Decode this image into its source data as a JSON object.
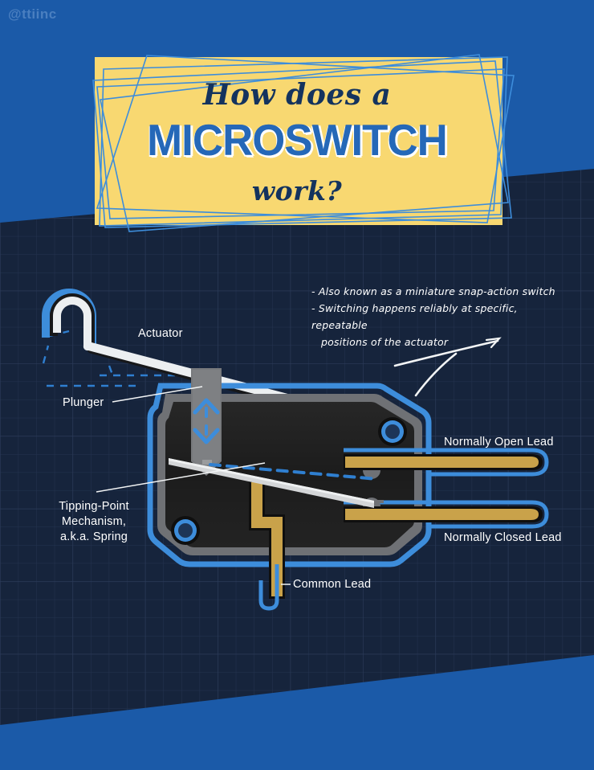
{
  "brand": {
    "watermark": "@ttiinc",
    "colors": {
      "blue_top": "#1b5aa8",
      "blue_band": "#1b5aa8",
      "navy_bg": "#16243c",
      "card_yellow": "#f8d871",
      "title_navy": "#14335e",
      "title_blue": "#2568b8",
      "accent_blue": "#3d8ddb",
      "lead_gold": "#c9a košice"
    }
  },
  "title_card": {
    "line_top": "How does a",
    "line_main": "MICROSWITCH",
    "line_bottom": "work?"
  },
  "notes": {
    "items": [
      "- Also known as a miniature snap-action switch",
      "- Switching happens reliably at specific, repeatable",
      "positions of the actuator"
    ]
  },
  "diagram": {
    "labels": {
      "actuator": "Actuator",
      "plunger": "Plunger",
      "tipping_point": "Tipping-Point\nMechanism,\na.k.a. Spring",
      "normally_open": "Normally Open Lead",
      "normally_closed": "Normally Closed Lead",
      "common": "Common Lead"
    },
    "parts": [
      {
        "name": "actuator-lever",
        "kind": "hooked lever arm",
        "fill": "#eceff1",
        "stroke": "#3d8ddb"
      },
      {
        "name": "plunger",
        "kind": "vertical sliding pin",
        "fill": "#77797c",
        "arrows": "up-down"
      },
      {
        "name": "switch-body",
        "kind": "rounded rectangular housing",
        "shell": "#3d8ddb",
        "frame": "#6f7175",
        "interior": "#1e1e1e"
      },
      {
        "name": "spring-arm",
        "kind": "tipping point leaf spring",
        "fill": "#d4d6d8"
      },
      {
        "name": "spring-arm-alt-position",
        "kind": "dashed alternate position",
        "stroke": "#2f7fd0"
      },
      {
        "name": "normally-open-lead",
        "kind": "gold terminal blade",
        "fill": "#c9a24a"
      },
      {
        "name": "normally-closed-lead",
        "kind": "gold terminal blade",
        "fill": "#c9a24a"
      },
      {
        "name": "common-lead",
        "kind": "gold terminal blade",
        "fill": "#c9a24a"
      },
      {
        "name": "mounting-hole-top-right",
        "kind": "ring",
        "stroke": "#3d8ddb"
      },
      {
        "name": "mounting-hole-bottom-left",
        "kind": "ring",
        "stroke": "#3d8ddb"
      }
    ]
  }
}
